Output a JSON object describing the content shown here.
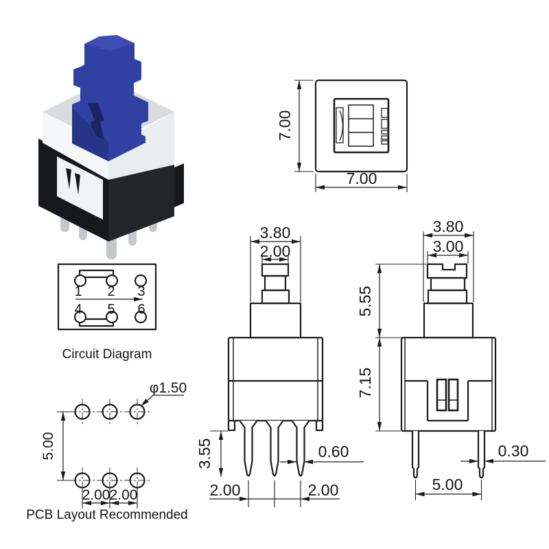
{
  "page": {
    "background": "#ffffff",
    "line_color": "#1c1c1c"
  },
  "views": {
    "top_view": {
      "width_label": "7.00",
      "height_label": "7.00"
    },
    "front_view": {
      "shaft_width": "3.80",
      "tip_width": "2.00",
      "pin_length": "3.55",
      "pin_width": "0.60",
      "pin_pitch_left": "2.00",
      "pin_pitch_right": "2.00"
    },
    "side_view": {
      "shaft_width": "3.80",
      "cap_width": "3.00",
      "plunger_height": "5.55",
      "body_height": "7.15",
      "pin_width": "0.30",
      "pin_span": "5.00"
    },
    "circuit": {
      "caption": "Circuit Diagram",
      "pin_labels": [
        "1",
        "2",
        "3",
        "4",
        "5",
        "6"
      ]
    },
    "pcb": {
      "caption": "PCB Layout Recommended",
      "hole_diameter": "φ1.50",
      "row_pitch": "5.00",
      "col_pitch_left": "2.00",
      "col_pitch_right": "2.00"
    },
    "render": {
      "cap_color": "#3141a3",
      "cap_dark": "#273488",
      "cap_light": "#3d4db4",
      "cap_deep": "#1c2468",
      "body_top": "#d8dce0",
      "body_white": "#f5f6f7",
      "body_white2": "#eaedf0",
      "base_black": "#17181b",
      "base_black2": "#232528",
      "panel_white": "#f2f3f4",
      "pin_silver": "#c4c7cb"
    }
  }
}
